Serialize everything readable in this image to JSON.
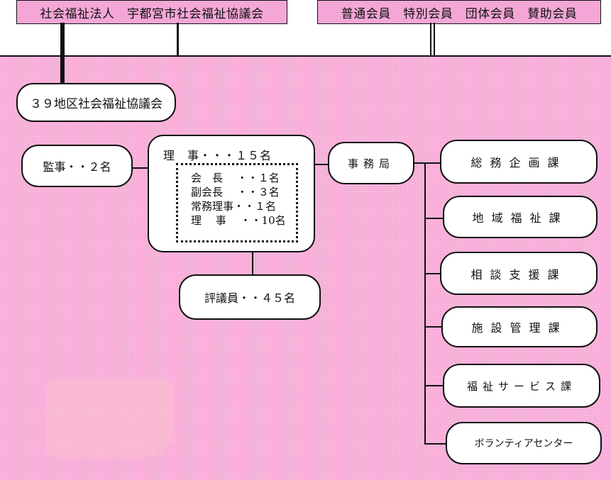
{
  "header": {
    "corporation": "社会福祉法人　宇都宮市社会福祉協議会",
    "membership": "普通会員　特別会員　団体会員　賛助会員"
  },
  "district_council": "３９地区社会福祉協議会",
  "auditors": "監事・・２名",
  "board": {
    "title": "理　事・・・１５名",
    "officers": [
      "会　長　 ・・１名",
      "副会長　 ・・３名",
      "常務理事・・１名",
      "理　 事　 ・・10名"
    ]
  },
  "councilors": "評議員・・４５名",
  "secretariat": "事務局",
  "sections": [
    "総務企画課",
    "地域福祉課",
    "相談支援課",
    "施設管理課",
    "福祉サービス課",
    "ボランティアセンター"
  ]
}
